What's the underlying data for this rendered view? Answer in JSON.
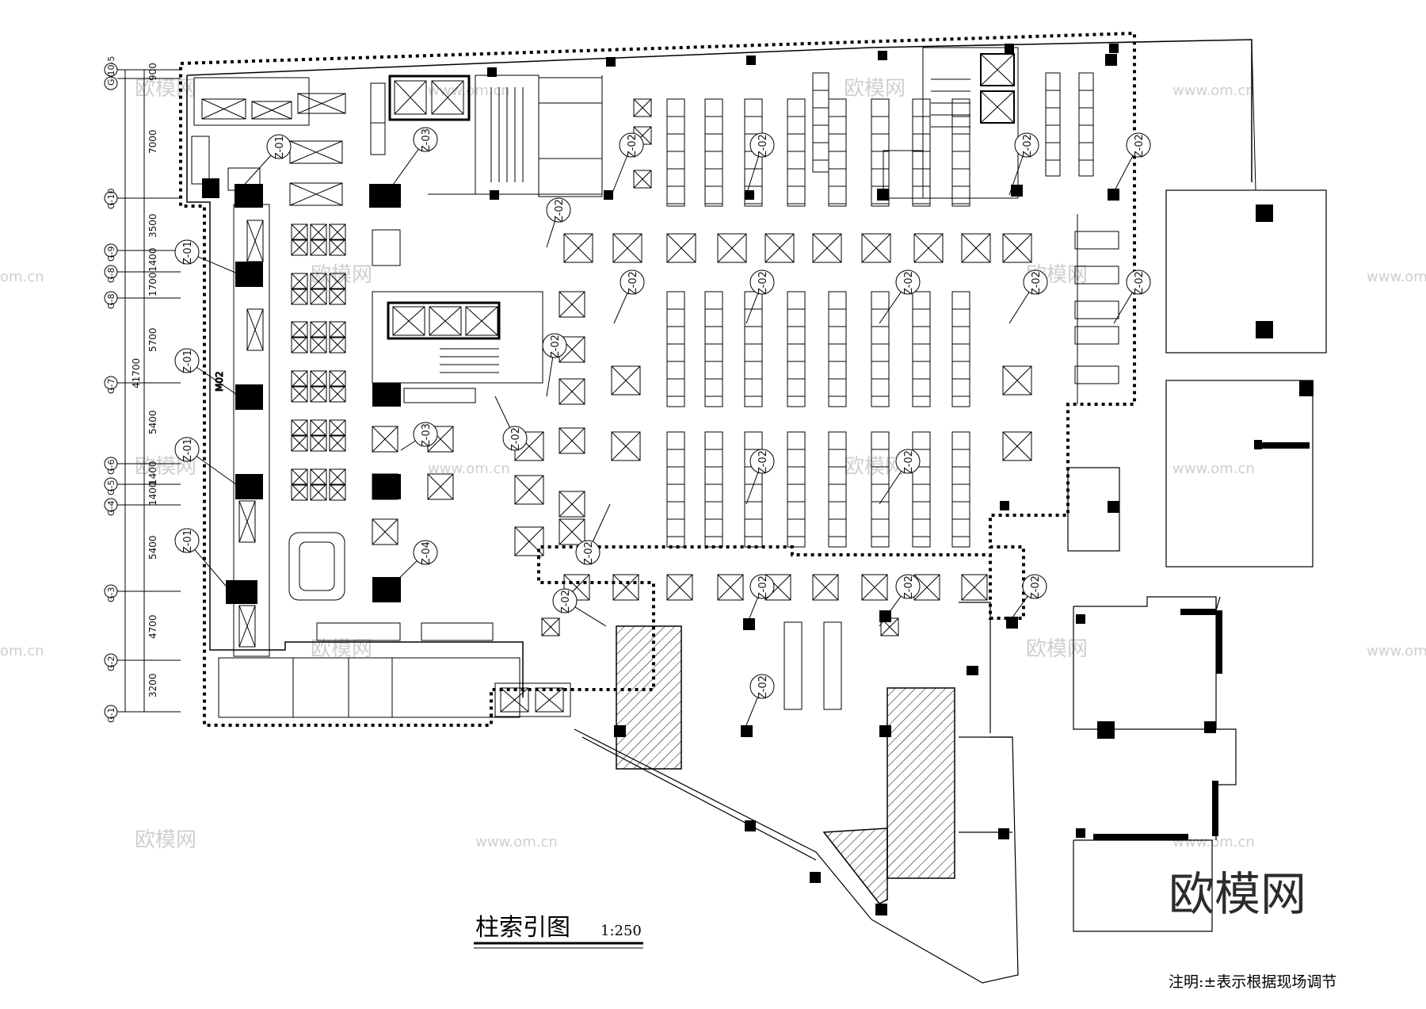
{
  "drawing": {
    "title": "柱索引图",
    "scale": "1:250",
    "note": "注明:±表示根据现场调节"
  },
  "dimensions": {
    "total": "41700",
    "segments": [
      "900",
      "7000",
      "3500",
      "1400",
      "1700",
      "5700",
      "5400",
      "1400",
      "1400",
      "5400",
      "4700",
      "3200"
    ]
  },
  "axes": [
    "G-10-5",
    "G-10",
    "G-9",
    "G-8",
    "G-8",
    "G-7",
    "G-6",
    "G-5",
    "G-4",
    "G-3",
    "G-2",
    "G-1"
  ],
  "column_tags": {
    "z01": "Z-01",
    "z02": "Z-02",
    "z03": "Z-03",
    "z04": "Z-04"
  },
  "door_tag": "M02",
  "watermarks": {
    "site_url": "www.om.cn",
    "brand": "欧模网",
    "domain_fragment": "om.cn"
  },
  "colors": {
    "line": "#000000",
    "watermark": "#cfcfcf",
    "background": "#ffffff"
  }
}
